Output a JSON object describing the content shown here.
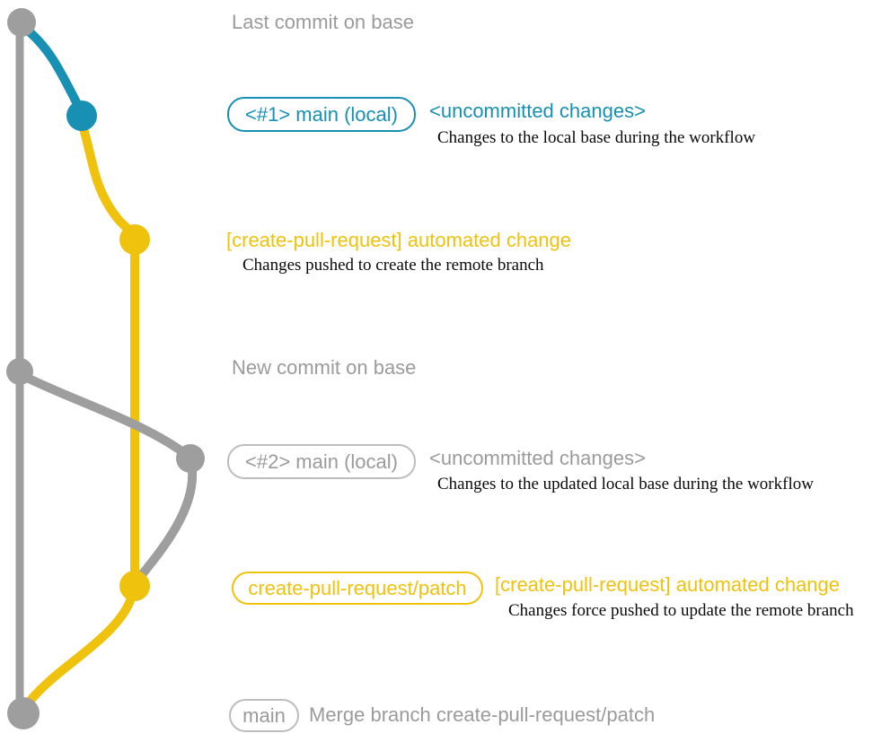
{
  "colors": {
    "gray": "#9e9e9e",
    "graytext": "#9b9b9b",
    "boxgray": "#bdbdbd",
    "blue": "#1790b4",
    "yellow": "#efc20d",
    "black": "#0a0a0a",
    "background": "#ffffff"
  },
  "annotations": {
    "last_commit": "Last commit on base",
    "branch1_label": "<#1> main (local)",
    "branch1_status": "<uncommitted changes>",
    "branch1_note": "Changes to the local base during the workflow",
    "commit1_msg": "[create-pull-request] automated change",
    "commit1_note": "Changes pushed to create the remote branch",
    "new_commit": "New commit on base",
    "branch2_label": "<#2> main (local)",
    "branch2_status": "<uncommitted changes>",
    "branch2_note": "Changes to the updated local base during the workflow",
    "patch_branch_label": "create-pull-request/patch",
    "commit2_msg": "[create-pull-request] automated change",
    "commit2_note": "Changes force pushed to update the remote branch",
    "main_label": "main",
    "merge_msg": "Merge branch create-pull-request/patch"
  }
}
